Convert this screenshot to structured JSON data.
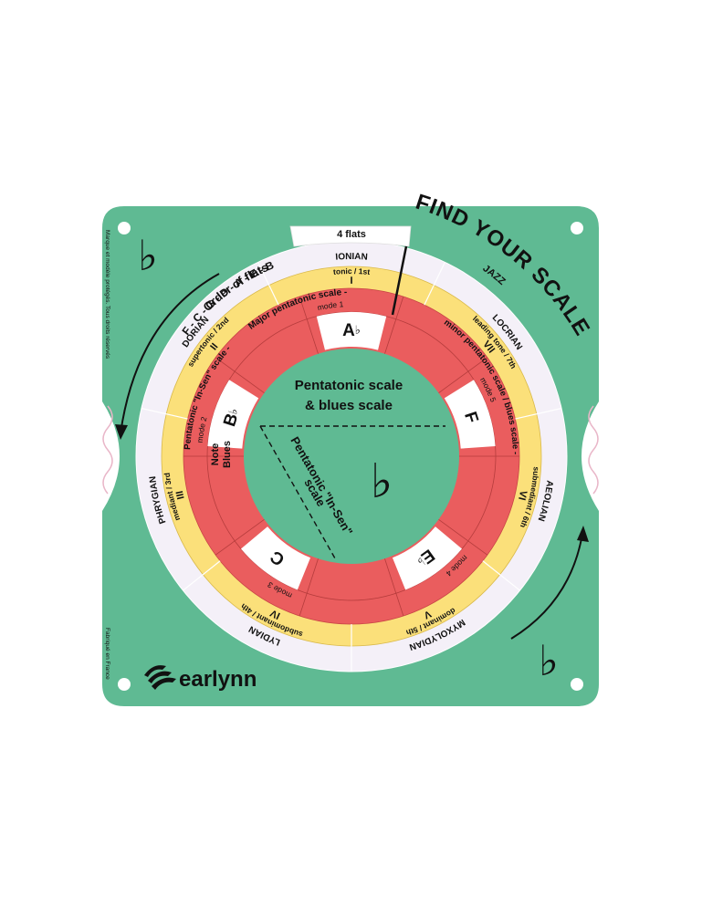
{
  "card": {
    "title": "FIND YOUR SCALE",
    "subtitle": "JAZZ",
    "side_text_top": "Marque et modèle protégés. Tous droits réservés",
    "side_text_bottom": "Fabriqué en France",
    "logo_text": "earlynn",
    "flat_symbol": "♭",
    "order_of_flats_title": "Order of flats",
    "order_of_flats": "F - C - G - D - A - E - B",
    "colors": {
      "green": "#5fba93",
      "yellow": "#fbe07a",
      "red": "#ea5d5e",
      "lavender": "#f4f0f8",
      "white": "#ffffff",
      "ink": "#111111"
    }
  },
  "window": {
    "label": "4 flats"
  },
  "modes": [
    {
      "mode": "IONIAN",
      "degree": "tonic / 1st",
      "numeral": "I"
    },
    {
      "mode": "LOCRIAN",
      "degree": "leading tone / 7th",
      "numeral": "VII"
    },
    {
      "mode": "AEOLIAN",
      "degree": "submediant / 6th",
      "numeral": "VI"
    },
    {
      "mode": "MYXOLYDIAN",
      "degree": "dominant / 5th",
      "numeral": "V"
    },
    {
      "mode": "LYDIAN",
      "degree": "subdominant / 4th",
      "numeral": "IV"
    },
    {
      "mode": "PHRYGIAN",
      "degree": "mediant / 3rd",
      "numeral": "III"
    },
    {
      "mode": "DORIAN",
      "degree": "supertonic / 2nd",
      "numeral": "II"
    }
  ],
  "inner_ring": {
    "major_pentatonic": "Major pentatonic scale -",
    "minor_pentatonic": "minor pentatonic scale / blues scale -",
    "insen": "Pentatonic \"In-Sen\" scale -",
    "mode_labels": [
      "mode 1",
      "mode 5",
      "mode 4",
      "mode 3",
      "mode 2"
    ],
    "note_blues_line1": "Note",
    "note_blues_line2": "Blues"
  },
  "notes": [
    {
      "letter": "A",
      "accidental": "♭"
    },
    {
      "letter": "F",
      "accidental": ""
    },
    {
      "letter": "E",
      "accidental": "♭"
    },
    {
      "letter": "C",
      "accidental": ""
    },
    {
      "letter": "B",
      "accidental": "♭"
    }
  ],
  "center": {
    "line1": "Pentatonic scale",
    "line2": "& blues scale",
    "insen_line1": "Pentatonic \"In-Sen\"",
    "insen_line2": "scale"
  }
}
